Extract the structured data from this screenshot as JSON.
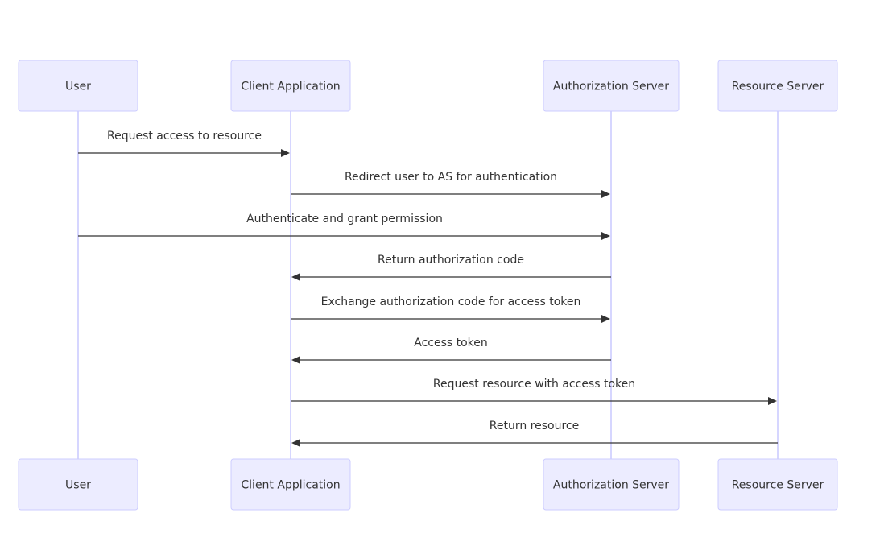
{
  "participants": [
    {
      "id": "user",
      "label": "User"
    },
    {
      "id": "client",
      "label": "Client Application"
    },
    {
      "id": "as",
      "label": "Authorization Server"
    },
    {
      "id": "rs",
      "label": "Resource Server"
    }
  ],
  "messages": [
    {
      "from": "user",
      "to": "client",
      "text": "Request access to resource"
    },
    {
      "from": "client",
      "to": "as",
      "text": "Redirect user to AS for authentication"
    },
    {
      "from": "user",
      "to": "as",
      "text": "Authenticate and grant permission"
    },
    {
      "from": "as",
      "to": "client",
      "text": "Return authorization code"
    },
    {
      "from": "client",
      "to": "as",
      "text": "Exchange authorization code for access token"
    },
    {
      "from": "as",
      "to": "client",
      "text": "Access token"
    },
    {
      "from": "client",
      "to": "rs",
      "text": "Request resource with access token"
    },
    {
      "from": "rs",
      "to": "client",
      "text": "Return resource"
    }
  ],
  "colors": {
    "actor_fill": "#ECECFF",
    "actor_stroke": "#CCCCFF",
    "line": "#333333"
  }
}
